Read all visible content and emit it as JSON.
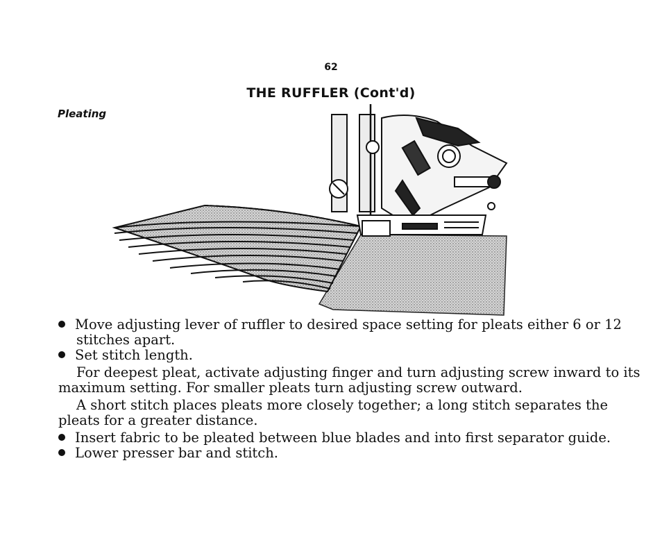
{
  "page": {
    "number": "62",
    "title": "THE RUFFLER (Cont'd)",
    "section": "Pleating"
  },
  "illustration": {
    "icon": "ruffler-attachment-pleating-illustration"
  },
  "body": {
    "bullet1": "Move adjusting lever of ruffler to desired space setting for pleats either 6 or 12 stitches apart.",
    "bullet2": "Set stitch length.",
    "para1": "For deepest pleat, activate adjusting finger and turn adjusting screw inward to its maximum setting. For smaller pleats turn adjusting screw outward.",
    "para2": "A short stitch places pleats more closely together; a long stitch separates the pleats for a greater distance.",
    "bullet3": "Insert fabric to be pleated between blue blades and into first separator guide.",
    "bullet4": "Lower presser bar and stitch."
  }
}
